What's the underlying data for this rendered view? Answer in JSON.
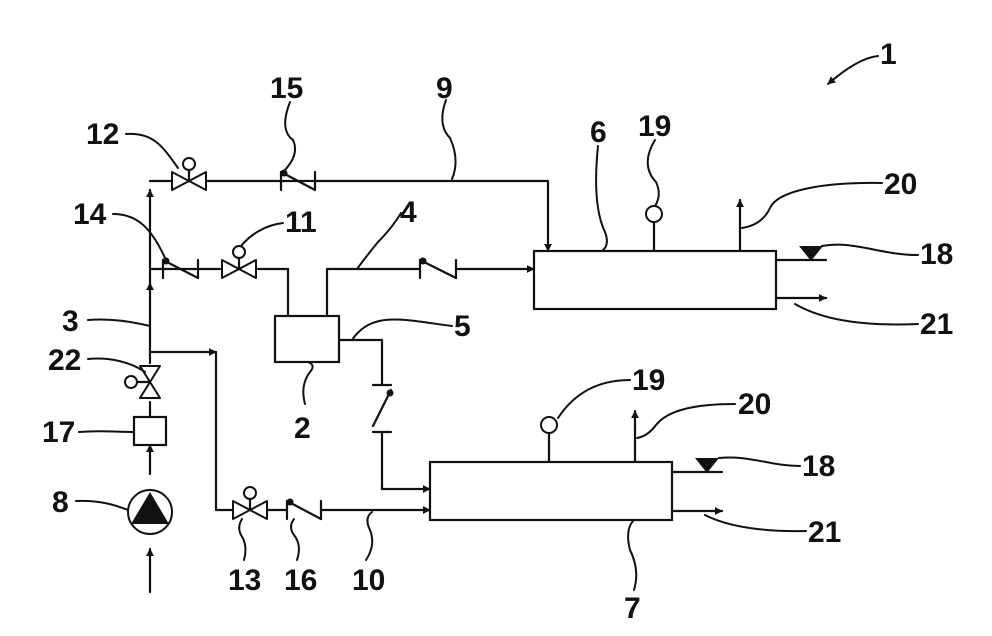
{
  "labels": {
    "n1": "1",
    "n2": "2",
    "n3": "3",
    "n4": "4",
    "n5": "5",
    "n6": "6",
    "n7": "7",
    "n8": "8",
    "n9": "9",
    "n10": "10",
    "n11": "11",
    "n12": "12",
    "n13": "13",
    "n14": "14",
    "n15": "15",
    "n16": "16",
    "n17": "17",
    "n18a": "18",
    "n18b": "18",
    "n19a": "19",
    "n19b": "19",
    "n20a": "20",
    "n20b": "20",
    "n21a": "21",
    "n21b": "21",
    "n22": "22"
  }
}
